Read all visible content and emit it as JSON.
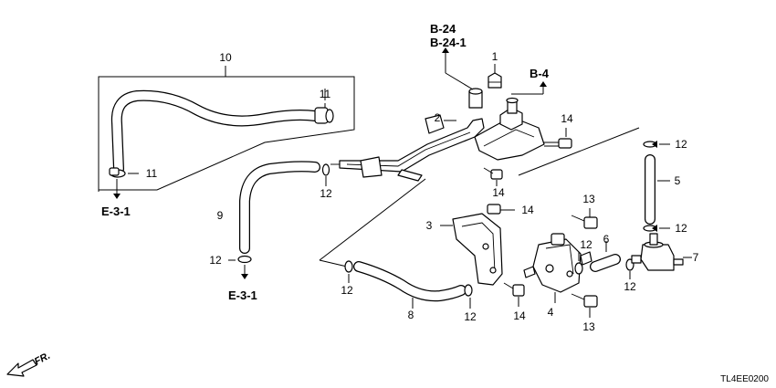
{
  "diagram": {
    "callouts": {
      "n1": "1",
      "n2": "2",
      "n3": "3",
      "n4": "4",
      "n5": "5",
      "n6": "6",
      "n7": "7",
      "n8": "8",
      "n9": "9",
      "n10": "10",
      "n11a": "11",
      "n11b": "11",
      "n12a": "12",
      "n12b": "12",
      "n12c": "12",
      "n12d": "12",
      "n12e": "12",
      "n12f": "12",
      "n12g": "12",
      "n12h": "12",
      "n13a": "13",
      "n13b": "13",
      "n14a": "14",
      "n14b": "14",
      "n14c": "14",
      "n14d": "14"
    },
    "refs": {
      "b24": "B-24",
      "b241": "B-24-1",
      "b4": "B-4",
      "e31_upper": "E-3-1",
      "e31_lower": "E-3-1"
    },
    "front_label": "FR.",
    "diagram_code": "TL4EE0200"
  }
}
